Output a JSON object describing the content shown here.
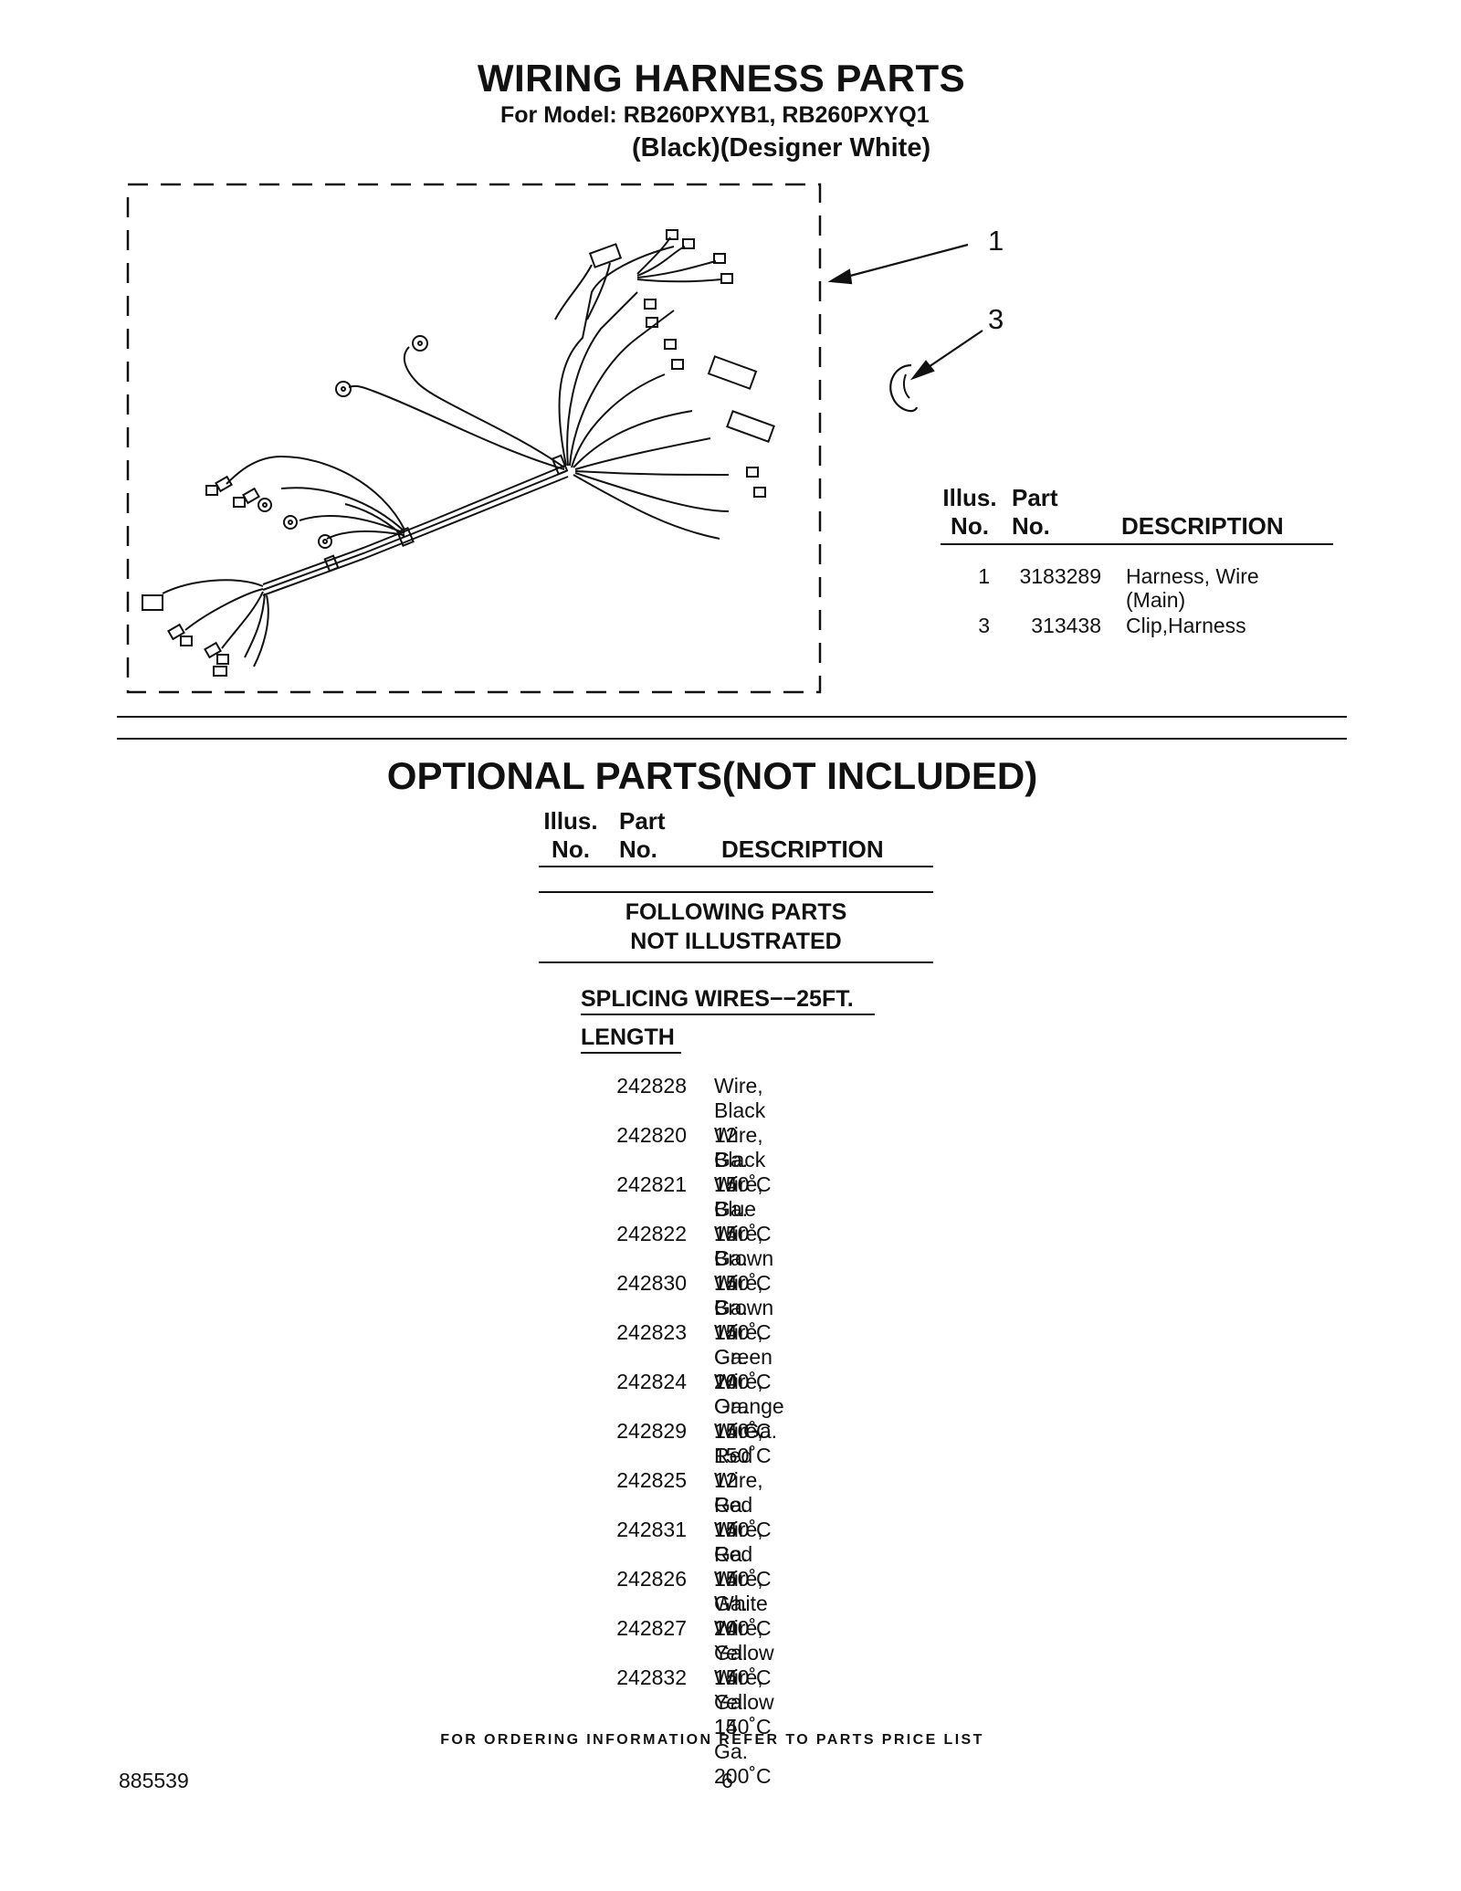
{
  "header": {
    "title": "WIRING HARNESS PARTS",
    "model_line": "For Model: RB260PXYB1, RB260PXYQ1",
    "color_line": "(Black)(Designer White)"
  },
  "illustration": {
    "callouts": [
      "1",
      "3"
    ]
  },
  "main_table": {
    "headers": {
      "illus_line1": "Illus.",
      "illus_line2": "No.",
      "part_line1": "Part",
      "part_line2": "No.",
      "description": "DESCRIPTION"
    },
    "rows": [
      {
        "illus": "1",
        "part": "3183289",
        "desc1": "Harness, Wire",
        "desc2": "(Main)"
      },
      {
        "illus": "3",
        "part": "313438",
        "desc1": "Clip,Harness",
        "desc2": ""
      }
    ]
  },
  "optional": {
    "title": "OPTIONAL PARTS(NOT INCLUDED)",
    "headers": {
      "illus_line1": "Illus.",
      "illus_line2": "No.",
      "part_line1": "Part",
      "part_line2": "No.",
      "description": "DESCRIPTION"
    },
    "notice_line1": "FOLLOWING PARTS",
    "notice_line2": "NOT ILLUSTRATED",
    "splicing_line1": "SPLICING WIRES−−25FT.",
    "splicing_line2": "LENGTH",
    "wires": [
      {
        "part": "242828",
        "desc1": "Wire, Black",
        "desc2": "12 Ga. 150˚C"
      },
      {
        "part": "242820",
        "desc1": "Wire, Black",
        "desc2": "14 Ga. 150˚C"
      },
      {
        "part": "242821",
        "desc1": "Wire, Blue",
        "desc2": "14 Ga. 150˚C"
      },
      {
        "part": "242822",
        "desc1": "Wire, Brown",
        "desc2": "14 Ga. 150˚C"
      },
      {
        "part": "242830",
        "desc1": "Wire, Brown",
        "desc2": "14 Ga. 200˚C"
      },
      {
        "part": "242823",
        "desc1": "Wire, Green",
        "desc2": "14 Ga. 150˚C"
      },
      {
        "part": "242824",
        "desc1": "Wire, Orange",
        "desc2": "14 Ga. 150˚C"
      },
      {
        "part": "242829",
        "desc1": "Wire, Red",
        "desc2": "12 Ga. 150˚C"
      },
      {
        "part": "242825",
        "desc1": "Wire, Red",
        "desc2": "14 Ga. 150˚C"
      },
      {
        "part": "242831",
        "desc1": "Wire, Red",
        "desc2": "14 Ga. 200˚C"
      },
      {
        "part": "242826",
        "desc1": "Wire, White",
        "desc2": "14 Ga. 150˚C"
      },
      {
        "part": "242827",
        "desc1": "Wire, Yellow",
        "desc2": "14 Ga. 150˚C"
      },
      {
        "part": "242832",
        "desc1": "Wire, Yellow",
        "desc2": "14 Ga. 200˚C"
      }
    ]
  },
  "footer": {
    "ordering_note": "FOR ORDERING INFORMATION REFER TO PARTS PRICE LIST",
    "doc_number": "885539",
    "page_number": "6"
  }
}
